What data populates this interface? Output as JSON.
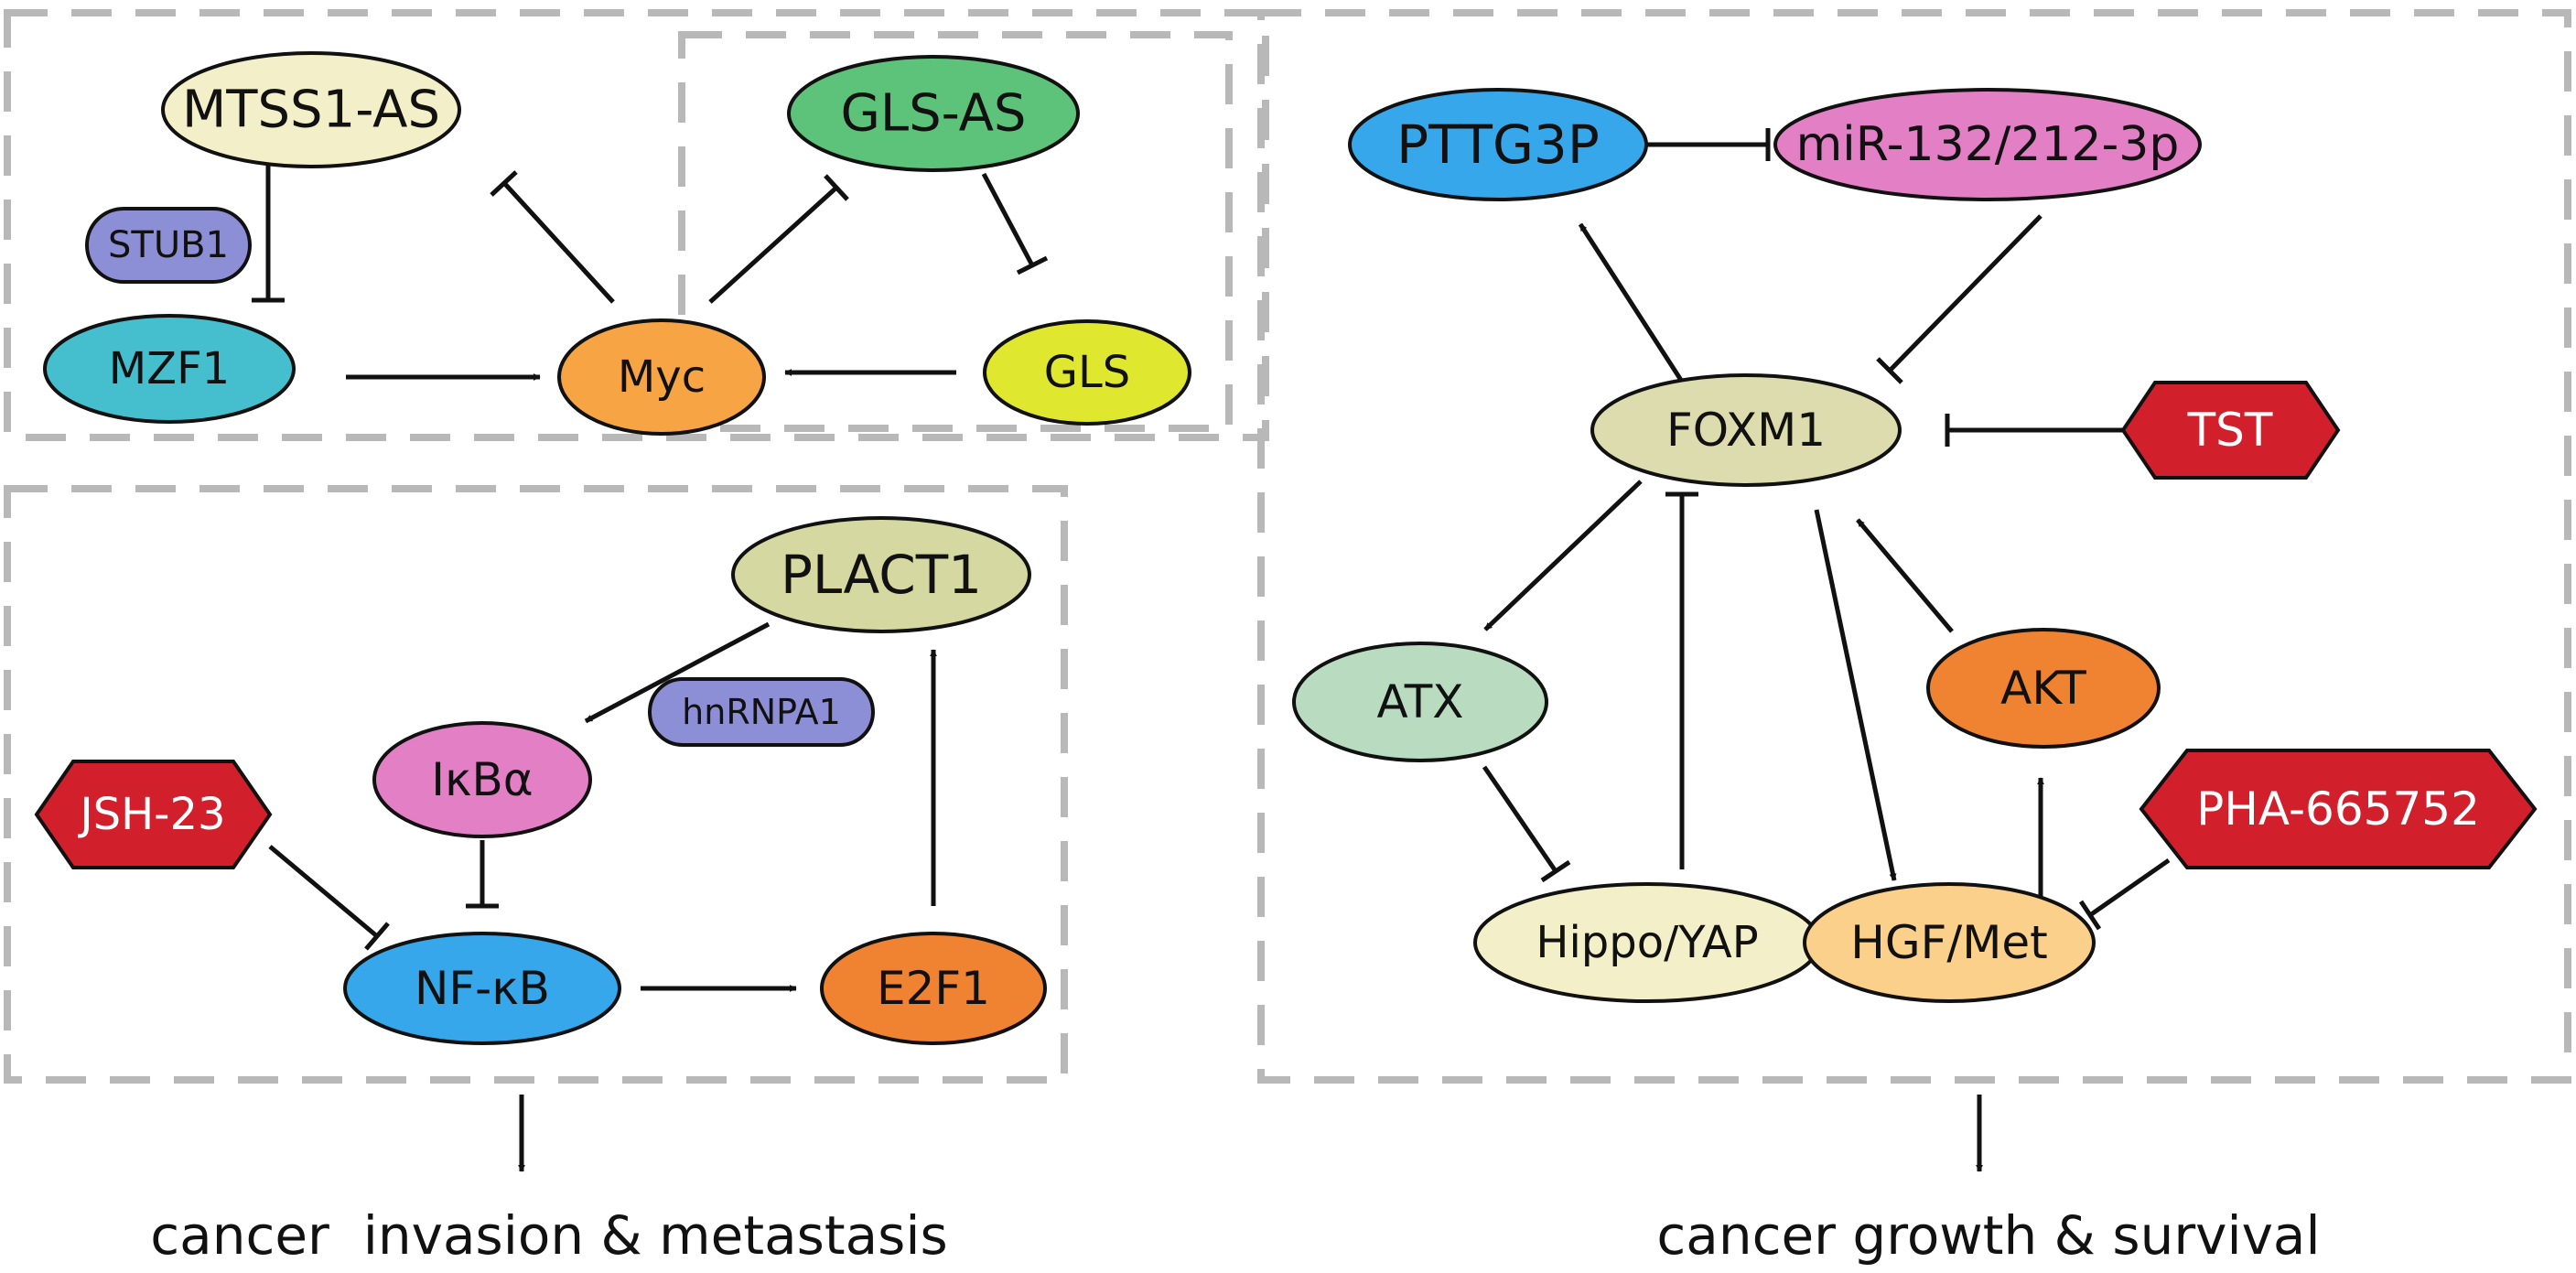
{
  "nodes": {
    "mtss1_as": "MTSS1-AS",
    "gls_as": "GLS-AS",
    "stub1": "STUB1",
    "mzf1": "MZF1",
    "myc": "Myc",
    "gls": "GLS",
    "plact1": "PLACT1",
    "hnrnpa1": "hnRNPA1",
    "ikba": "IκBα",
    "jsh23": "JSH-23",
    "nfkb": "NF-κB",
    "e2f1": "E2F1",
    "pttg3p": "PTTG3P",
    "mir132": "miR-132/212-3p",
    "foxm1": "FOXM1",
    "tst": "TST",
    "atx": "ATX",
    "akt": "AKT",
    "pha": "PHA-665752",
    "hippo": "Hippo/YAP",
    "hgf": "HGF/Met"
  },
  "outcomes": {
    "left": "cancer  invasion & metastasis",
    "right": "cancer growth & survival"
  },
  "colors": {
    "mtss1_as": "#f3efc8",
    "gls_as": "#5dc27a",
    "stub1": "#8d8fd6",
    "mzf1": "#45bfce",
    "myc": "#f7a444",
    "gls": "#dfe82e",
    "plact1": "#d6d8a2",
    "hnrnpa1": "#8d8fd6",
    "ikba": "#e27fc5",
    "drug": "#d1202c",
    "nfkb": "#35a7ea",
    "e2f1": "#f08332",
    "pttg3p": "#35a7ea",
    "mir132": "#e27fc5",
    "foxm1": "#dcdcae",
    "atx": "#b9dbbf",
    "akt": "#f08332",
    "hippo": "#f3efc8",
    "hgf": "#fbd08a",
    "dashed_box": "#b8b8b8"
  }
}
